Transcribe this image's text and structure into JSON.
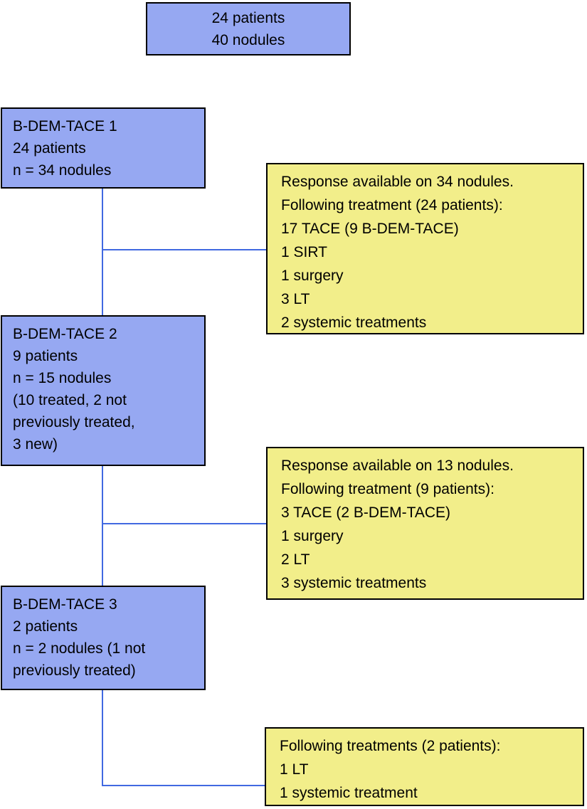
{
  "diagram": {
    "type": "patient-flow-chart",
    "colors": {
      "stage_node_fill": "#96a8f2",
      "outcome_node_fill": "#f2ee8a",
      "node_border": "#000000",
      "connector": "#4169e1",
      "text": "#000000",
      "background": "#ffffff"
    },
    "nodes": {
      "cohort": {
        "lines": [
          "24 patients",
          "40 nodules"
        ]
      },
      "stage1": {
        "lines": [
          "B-DEM-TACE 1",
          "24 patients",
          "n = 34 nodules"
        ]
      },
      "stage2": {
        "lines": [
          "B-DEM-TACE 2",
          "9 patients",
          "n = 15 nodules",
          "(10 treated, 2 not",
          "previously treated,",
          "3 new)"
        ]
      },
      "stage3": {
        "lines": [
          "B-DEM-TACE 3",
          "2 patients",
          "n = 2 nodules (1 not",
          "previously treated)"
        ]
      },
      "outcome1": {
        "lines": [
          "Response available on 34 nodules.",
          "Following treatment (24 patients):",
          "17 TACE (9 B-DEM-TACE)",
          "1 SIRT",
          "1 surgery",
          "3 LT",
          "2 systemic treatments"
        ]
      },
      "outcome2": {
        "lines": [
          "Response available on 13 nodules.",
          "Following treatment (9 patients):",
          "3 TACE (2 B-DEM-TACE)",
          "1 surgery",
          "2 LT",
          "3 systemic treatments"
        ]
      },
      "outcome3": {
        "lines": [
          "Following treatments (2 patients):",
          "1 LT",
          "1 systemic treatment"
        ]
      }
    },
    "connections": [
      {
        "from": "stage1",
        "to": "stage2",
        "branch_to": "outcome1"
      },
      {
        "from": "stage2",
        "to": "stage3",
        "branch_to": "outcome2"
      },
      {
        "from": "stage3",
        "to": "outcome3",
        "branch_to": "outcome3"
      }
    ]
  }
}
